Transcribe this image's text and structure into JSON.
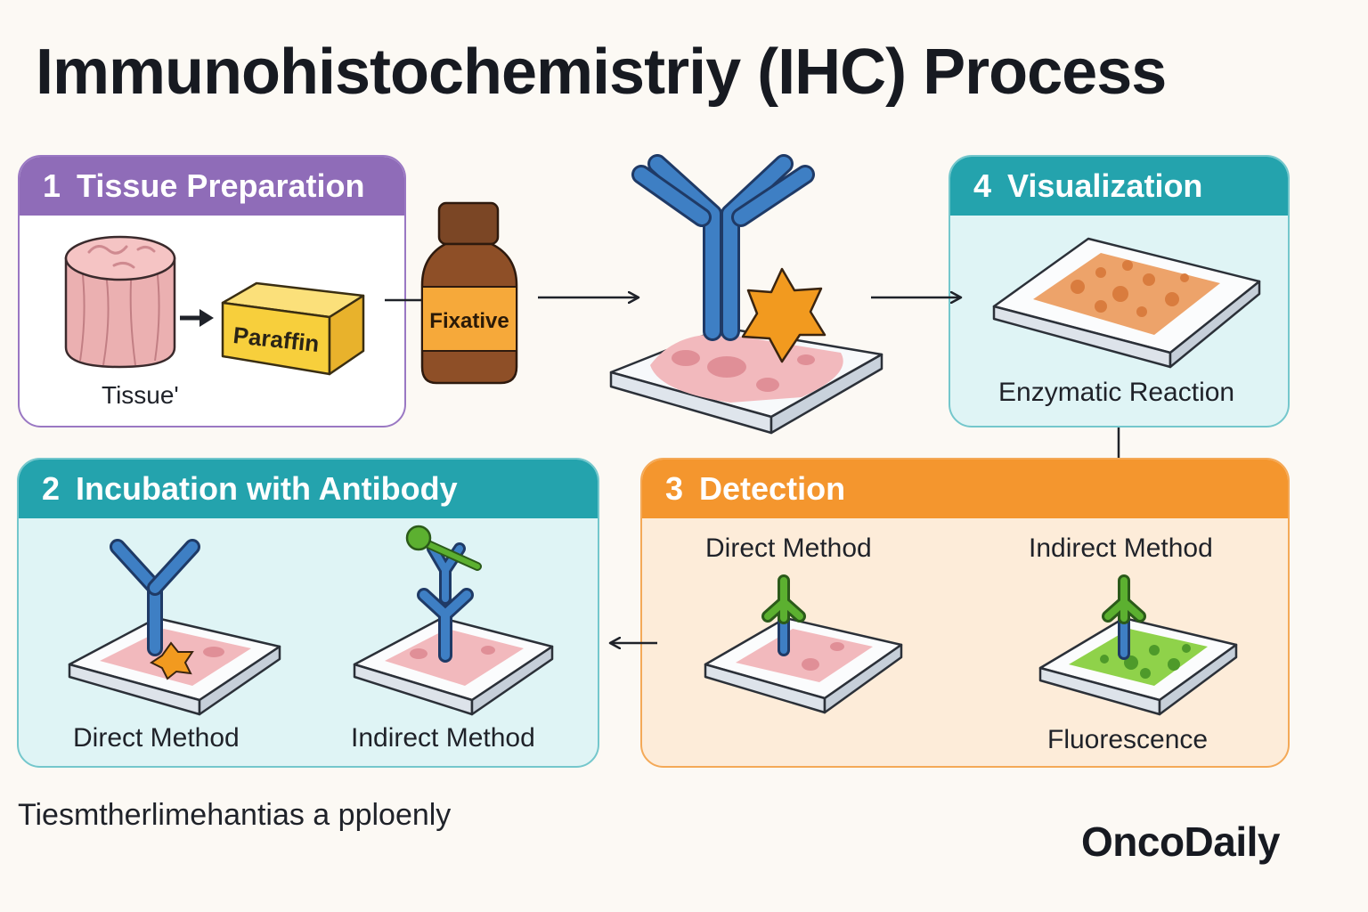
{
  "title": "Immunohistochemistriy (IHC) Process",
  "steps": {
    "tissue_preparation": {
      "number": "1",
      "heading": "Tissue Preparation",
      "tissue_label": "Tissue'",
      "paraffin_label": "Paraffin"
    },
    "fixative_label": "Fixative",
    "visualization": {
      "number": "4",
      "heading": "Visualization",
      "caption": "Enzymatic Reaction"
    },
    "incubation": {
      "number": "2",
      "heading": "Incubation with Antibody",
      "direct_label": "Direct Method",
      "indirect_label": "Indirect Method"
    },
    "detection": {
      "number": "3",
      "heading": "Detection",
      "direct_label": "Direct Method",
      "indirect_label": "Indirect Method",
      "caption": "Fluorescence"
    }
  },
  "footer_text": "Tiesmtherlimehantias a  pploenly",
  "brand": "OncoDaily",
  "colors": {
    "purple": "#8f6cb8",
    "teal": "#24a3ad",
    "orange": "#f4962e",
    "antibody_blue": "#3e7fc4",
    "antibody_green": "#5cb030",
    "antigen_orange": "#f29a1f",
    "tissue_pink": "#f1b6b8"
  },
  "icons": [
    "tissue-cylinder-icon",
    "paraffin-block-icon",
    "fixative-bottle-icon",
    "antibody-icon",
    "antigen-star-icon",
    "slide-icon",
    "arrow-icon"
  ]
}
